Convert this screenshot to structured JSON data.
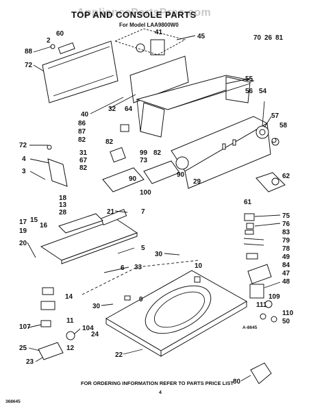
{
  "header": {
    "watermark": "AppliancePartsPros.com",
    "title": "TOP AND CONSOLE PARTS",
    "subtitle": "For Model LAA9800W0"
  },
  "footer": {
    "instruction": "FOR ORDERING INFORMATION REFER TO PARTS PRICE LIST",
    "doc_number": "368645",
    "page": "4",
    "figure_ref": "A-8645"
  },
  "callouts": [
    "2",
    "60",
    "88",
    "72",
    "40",
    "32",
    "64",
    "41",
    "45",
    "70",
    "26",
    "81",
    "55",
    "56",
    "54",
    "57",
    "58",
    "86",
    "87",
    "82",
    "99",
    "73",
    "82",
    "29",
    "82",
    "90",
    "90",
    "100",
    "72",
    "4",
    "3",
    "31",
    "67",
    "82",
    "62",
    "61",
    "18",
    "13",
    "28",
    "15",
    "16",
    "17",
    "21",
    "7",
    "19",
    "20",
    "5",
    "6",
    "75",
    "76",
    "83",
    "79",
    "78",
    "49",
    "84",
    "47",
    "48",
    "30",
    "10",
    "33",
    "30",
    "9",
    "109",
    "110",
    "50",
    "111",
    "14",
    "107",
    "104",
    "24",
    "11",
    "25",
    "12",
    "23",
    "22",
    "80"
  ]
}
